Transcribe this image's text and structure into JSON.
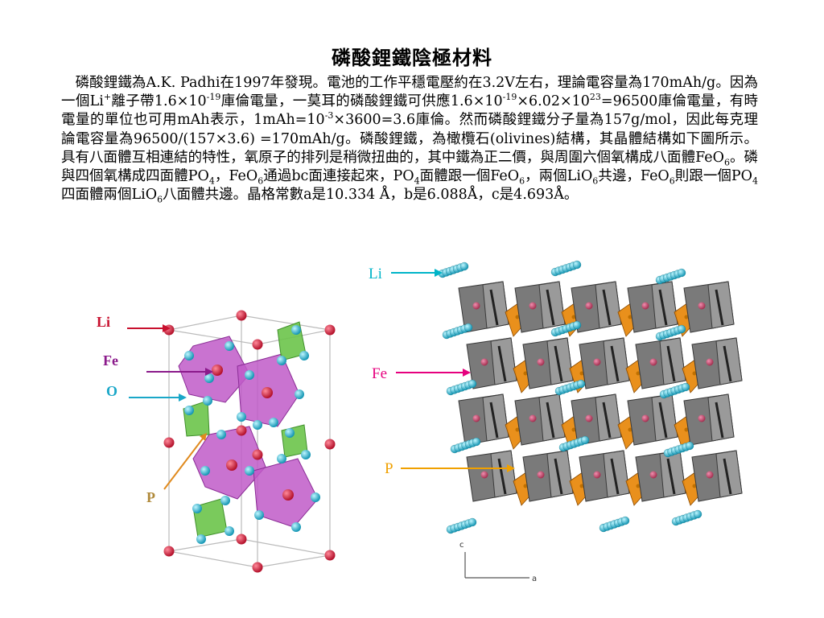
{
  "title": "磷酸鋰鐵陰極材料",
  "paragraph": [
    {
      "t": "　磷酸鋰鐵為A.K. Padhi在1997年發現。電池的工作平穩電壓約在3.2V左右，理論電容量為170mAh/g。因為一個Li"
    },
    {
      "sup": "+"
    },
    {
      "t": "離子帶1.6×10"
    },
    {
      "sup": "-19"
    },
    {
      "t": "庫倫電量，一莫耳的磷酸鋰鐵可供應1.6×10"
    },
    {
      "sup": "-19"
    },
    {
      "t": "×6.02×10"
    },
    {
      "sup": "23"
    },
    {
      "t": "=96500庫倫電量，有時電量的單位也可用mAh表示，1mAh=10"
    },
    {
      "sup": "-3"
    },
    {
      "t": "×3600=3.6庫倫。然而磷酸鋰鐵分子量為157g/mol，因此每克理論電容量為96500/(157×3.6) =170mAh/g。磷酸鋰鐵，為橄欖石(olivines)結構，其晶體結構如下圖所示。具有八面體互相連結的特性，氧原子的排列是稍微扭曲的，其中鐵為正二價，與周圍六個氧構成八面體FeO"
    },
    {
      "sub": "6"
    },
    {
      "t": "。磷與四個氧構成四面體PO"
    },
    {
      "sub": "4"
    },
    {
      "t": "，FeO"
    },
    {
      "sub": "6"
    },
    {
      "t": "通過bc面連接起來，PO"
    },
    {
      "sub": "4"
    },
    {
      "t": "面體跟一個FeO"
    },
    {
      "sub": "6"
    },
    {
      "t": "，兩個LiO"
    },
    {
      "sub": "6"
    },
    {
      "t": "共邊，FeO"
    },
    {
      "sub": "6"
    },
    {
      "t": "則跟一個PO"
    },
    {
      "sub": "4"
    },
    {
      "t": "四面體兩個LiO"
    },
    {
      "sub": "6"
    },
    {
      "t": "八面體共邊。晶格常數a是10.334 Å，b是6.088Å，c是4.693Å。"
    }
  ],
  "left_figure": {
    "labels": {
      "li": "Li",
      "fe": "Fe",
      "o": "O",
      "p": "P"
    },
    "colors": {
      "li": "#c8102e",
      "fe": "#8b1a8b",
      "o": "#1aa7c8",
      "p": "#e08a1e"
    }
  },
  "right_figure": {
    "labels": {
      "li": "Li",
      "fe": "Fe",
      "p": "P"
    },
    "colors": {
      "li": "#00b4c8",
      "fe": "#e6007e",
      "p": "#f0a000"
    },
    "axes": {
      "c": "c",
      "a": "a"
    }
  }
}
